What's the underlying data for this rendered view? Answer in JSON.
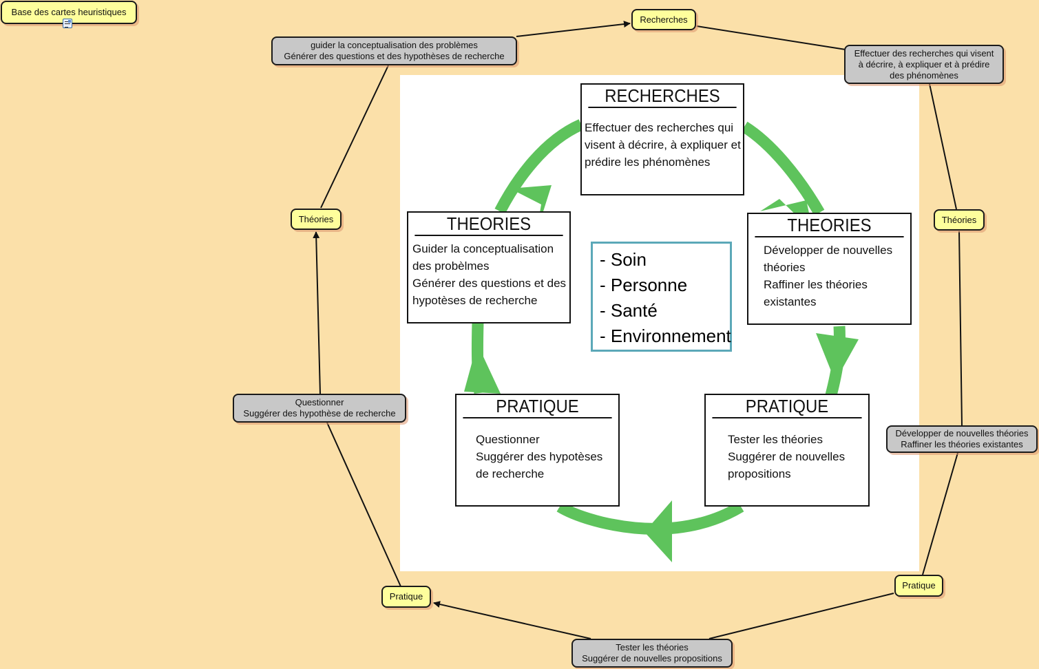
{
  "map": {
    "root": {
      "label": "Base des cartes heuristiques",
      "icon": "attachment-icon"
    },
    "nodes": {
      "recherches": {
        "label": "Recherches"
      },
      "theories_left": {
        "label": "Théories"
      },
      "theories_right": {
        "label": "Théories"
      },
      "pratique_left": {
        "label": "Pratique"
      },
      "pratique_right": {
        "label": "Pratique"
      }
    },
    "links": {
      "guider": {
        "lines": [
          "guider la conceptualisation des problèmes",
          "Générer des questions et des hypothèses de recherche"
        ]
      },
      "effectuer": {
        "lines": [
          "Effectuer des recherches qui visent",
          "à décrire, à expliquer et à prédire",
          "des phénomènes"
        ]
      },
      "developper": {
        "lines": [
          "Développer de nouvelles théories",
          "Raffiner les théories existantes"
        ]
      },
      "tester": {
        "lines": [
          "Tester les théories",
          "Suggérer de nouvelles propositions"
        ]
      },
      "questionner": {
        "lines": [
          "Questionner",
          "Suggérer des hypothèse de recherche"
        ]
      }
    },
    "colors": {
      "background": "#fbe0a9",
      "concept_node": "#fefe9c",
      "linking_phrase": "#c8c8c8",
      "cycle_arrow": "#5ec35c",
      "concept_border": "#5ba8b8"
    }
  },
  "figure": {
    "recherches": {
      "title": "RECHERCHES",
      "lines": [
        "Effectuer des recherches  qui",
        "visent à décrire, à expliquer et",
        "prédire les phénomènes"
      ]
    },
    "theories_right": {
      "title": "THEORIES",
      "lines": [
        "Développer de nouvelles",
        "théories",
        "Raffiner les théories",
        "existantes"
      ]
    },
    "pratique_right": {
      "title": "PRATIQUE",
      "lines": [
        "Tester les théories",
        "Suggérer de nouvelles",
        "propositions"
      ]
    },
    "pratique_left": {
      "title": "PRATIQUE",
      "lines": [
        "Questionner",
        "Suggérer des hypotèses",
        "de recherche"
      ]
    },
    "theories_left": {
      "title": "THEORIES",
      "lines": [
        "Guider la conceptualisation",
        "des probèlmes",
        "Générer des questions et des",
        "hypotèses de recherche"
      ]
    },
    "concepts": [
      "- Soin",
      "- Personne",
      "- Santé",
      "- Environnement"
    ]
  }
}
